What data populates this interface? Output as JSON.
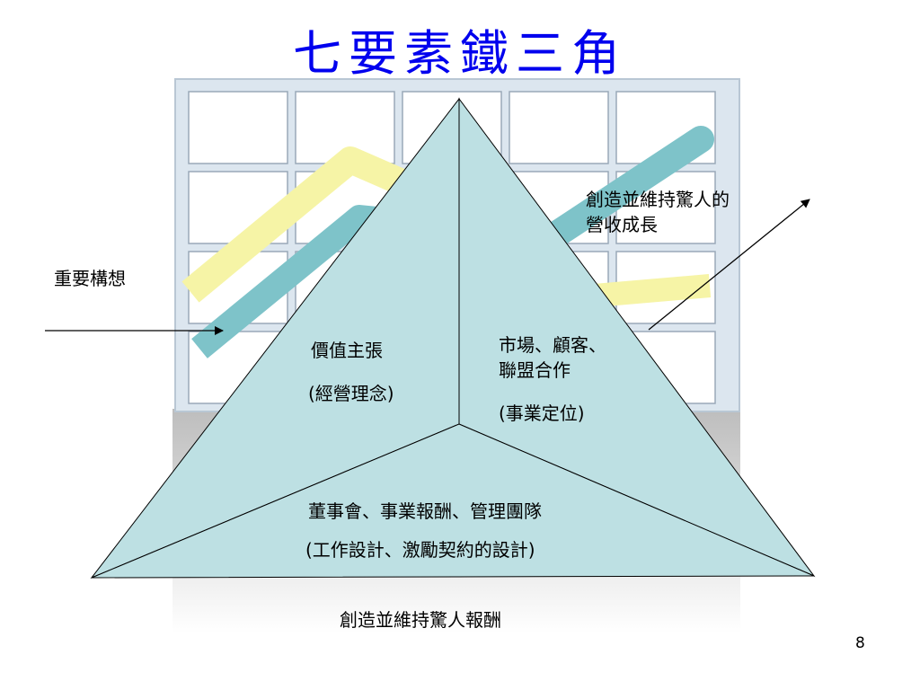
{
  "title": "七要素鐵三角",
  "colors": {
    "title": "#0000ee",
    "triangle_fill": "#bde0e3",
    "grid_frame": "#dce6ef",
    "grid_cell": "#ffffff",
    "ribbon_yellow": "#f6f4a6",
    "ribbon_teal": "#7ec3c9",
    "shadow": "#c8c8c8"
  },
  "left_label": "重要構想",
  "top_right_label": {
    "line1": "創造並維持驚人的",
    "line2": "營收成長"
  },
  "faces": {
    "left": {
      "line1": "價值主張",
      "line2": "(經營理念)"
    },
    "right": {
      "line1": "市場、顧客、",
      "line2": "聯盟合作",
      "line3": "(事業定位)"
    },
    "bottom": {
      "line1": "董事會、事業報酬、管理團隊",
      "line2": "(工作設計、激勵契約的設計)"
    }
  },
  "bottom_label": "創造並維持驚人報酬",
  "page_number": "8"
}
